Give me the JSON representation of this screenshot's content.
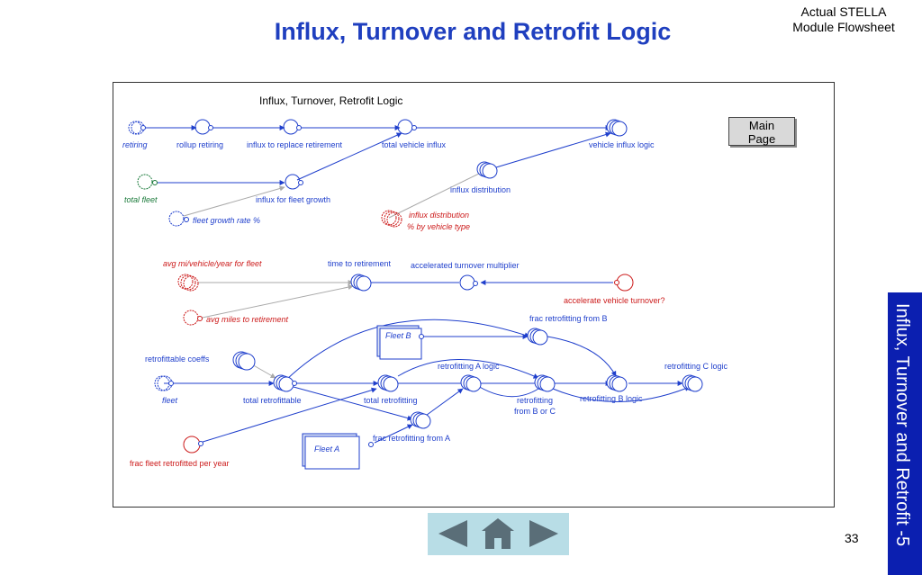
{
  "slide": {
    "title": "Influx, Turnover and Retrofit Logic",
    "corner_label": "Actual STELLA\nModule Flowsheet",
    "side_banner": "Influx, Turnover and Retrofit -5",
    "page_number": "33"
  },
  "diagram": {
    "title": "Influx, Turnover, Retrofit Logic",
    "main_page_button": "Main\nPage",
    "nodes": {
      "retiring": "retiring",
      "rollup_retiring": "rollup retiring",
      "influx_to_replace_retirement": "influx to replace retirement",
      "total_vehicle_influx": "total vehicle influx",
      "vehicle_influx_logic": "vehicle influx logic",
      "total_fleet": "total fleet",
      "influx_for_fleet_growth": "influx for fleet growth",
      "fleet_growth_rate": "fleet growth rate %",
      "influx_distribution": "influx distribution",
      "influx_distribution_pct_1": "influx distribution",
      "influx_distribution_pct_2": "% by vehicle type",
      "avg_mi_vehicle_year": "avg mi/vehicle/year for fleet",
      "time_to_retirement": "time to retirement",
      "accelerated_turnover_multiplier": "accelerated turnover multiplier",
      "accelerate_vehicle_turnover": "accelerate vehicle turnover?",
      "avg_miles_to_retirement": "avg miles to retirement",
      "frac_retrofitting_from_b": "frac retrofitting from B",
      "fleet_b": "Fleet B",
      "retrofittable_coeffs": "retrofittable coeffs",
      "retrofitting_a_logic": "retrofitting A logic",
      "retrofitting_c_logic": "retrofitting C logic",
      "fleet": "fleet",
      "total_retrofittable": "total retrofittable",
      "total_retrofitting": "total retrofitting",
      "retrofitting_from_b_or_c_1": "retrofitting",
      "retrofitting_from_b_or_c_2": "from B or C",
      "retrofitting_b_logic": "retrofitting B logic",
      "frac_retrofitting_from_a": "frac retrofitting from A",
      "fleet_a": "Fleet A",
      "frac_fleet_retrofitted": "frac fleet retrofitted per year"
    }
  },
  "navigation": {
    "prev_icon": "triangle-left-icon",
    "home_icon": "home-icon",
    "next_icon": "triangle-right-icon"
  },
  "colors": {
    "title_blue": "#1f3fbf",
    "node_blue": "#1f3fcc",
    "node_red": "#cc1a1a",
    "node_green": "#1a7a3a",
    "banner_blue": "#0b1fb0",
    "nav_bg": "#b8dde6",
    "nav_icon": "#5a6e78"
  }
}
